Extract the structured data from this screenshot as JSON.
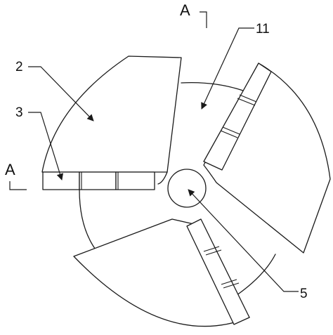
{
  "labels": {
    "ref_2": "2",
    "ref_3": "3",
    "ref_11": "11",
    "ref_5": "5"
  },
  "section_marks": {
    "top": "A",
    "left": "A"
  }
}
